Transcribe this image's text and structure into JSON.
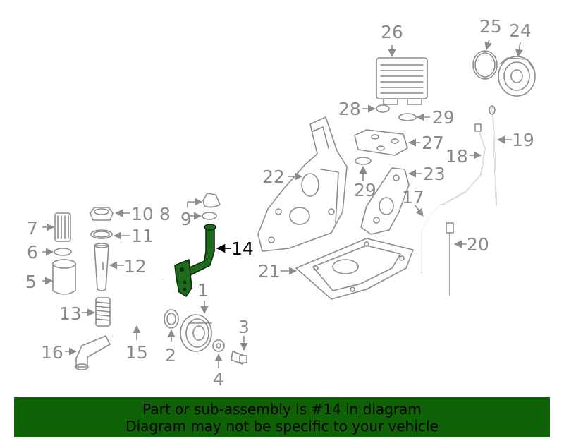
{
  "callouts": {
    "c1": "1",
    "c2": "2",
    "c3": "3",
    "c4": "4",
    "c5": "5",
    "c6": "6",
    "c7": "7",
    "c8": "8",
    "c9": "9",
    "c10": "10",
    "c11": "11",
    "c12": "12",
    "c13": "13",
    "c14": "14",
    "c15": "15",
    "c16": "16",
    "c17": "17",
    "c18": "18",
    "c19": "19",
    "c20": "20",
    "c21": "21",
    "c22": "22",
    "c23": "23",
    "c24": "24",
    "c25": "25",
    "c26": "26",
    "c27": "27",
    "c28": "28",
    "c29a": "29",
    "c29b": "29"
  },
  "banner": {
    "line1": "Part or sub-assembly is #14 in diagram",
    "line2": "Diagram may not be specific to your vehicle"
  },
  "colors": {
    "highlight": "#1e6b1e",
    "banner_bg": "#0f6106",
    "line_gray": "#8c8c8c"
  }
}
